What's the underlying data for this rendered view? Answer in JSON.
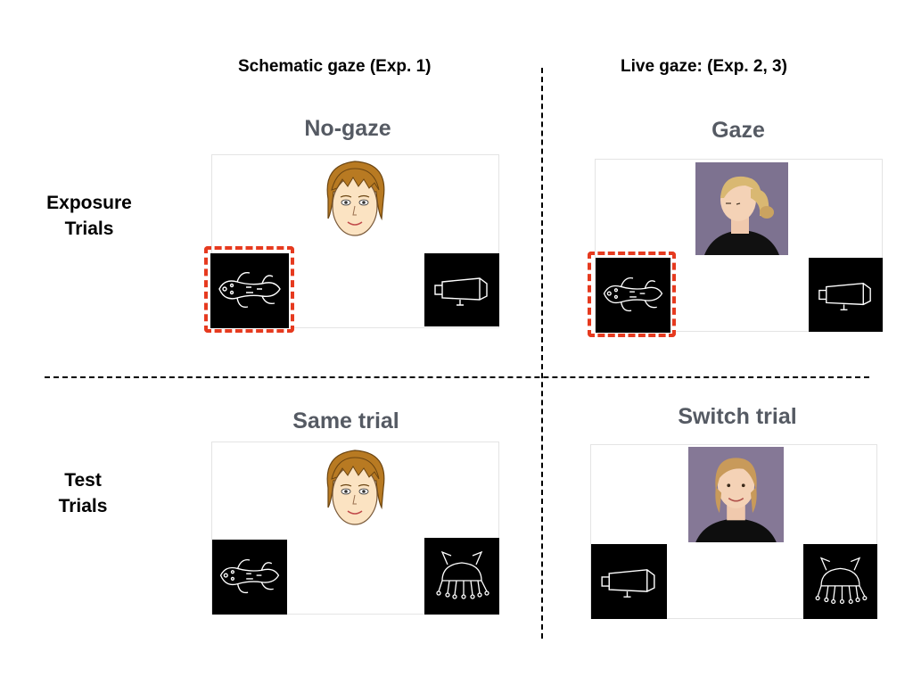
{
  "columns": {
    "left": "Schematic gaze (Exp. 1)",
    "right": "Live gaze: (Exp. 2, 3)"
  },
  "rows": {
    "top_line1": "Exposure",
    "top_line2": "Trials",
    "bottom_line1": "Test",
    "bottom_line2": "Trials"
  },
  "panels": {
    "top_left": "No-gaze",
    "top_right": "Gaze",
    "bottom_left": "Same trial",
    "bottom_right": "Switch trial"
  },
  "colors": {
    "panel_title": "#555a63",
    "highlight": "#e63a1f",
    "object_background": "#000000"
  },
  "icons": [
    "cartoon-face-icon",
    "lizard-object-icon",
    "device-object-icon",
    "spider-object-icon",
    "woman-photo-icon"
  ]
}
